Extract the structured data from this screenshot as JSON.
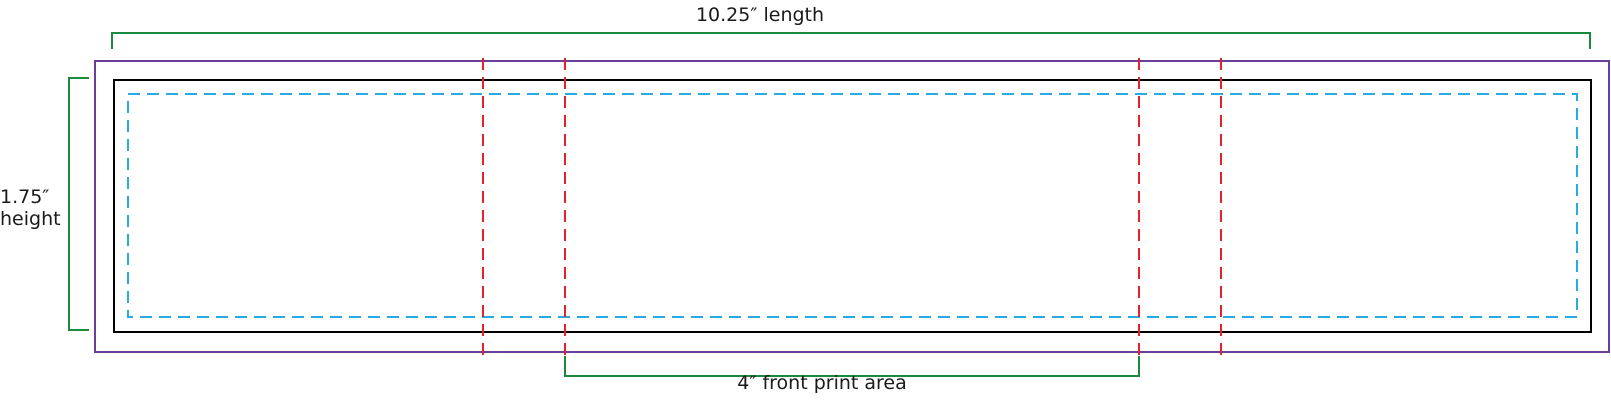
{
  "labels": {
    "length": "10.25″ length",
    "height_value": "1.75″",
    "height_word": "height",
    "front_print_area": "4″  front print area"
  },
  "colors": {
    "bleed_outline": "#6a3d9a",
    "trim_outline": "#000000",
    "safe_area": "#29abe2",
    "fold_lines": "#e8202a",
    "dimension_brackets": "#1b8a3c",
    "text": "#1a1a1a"
  }
}
